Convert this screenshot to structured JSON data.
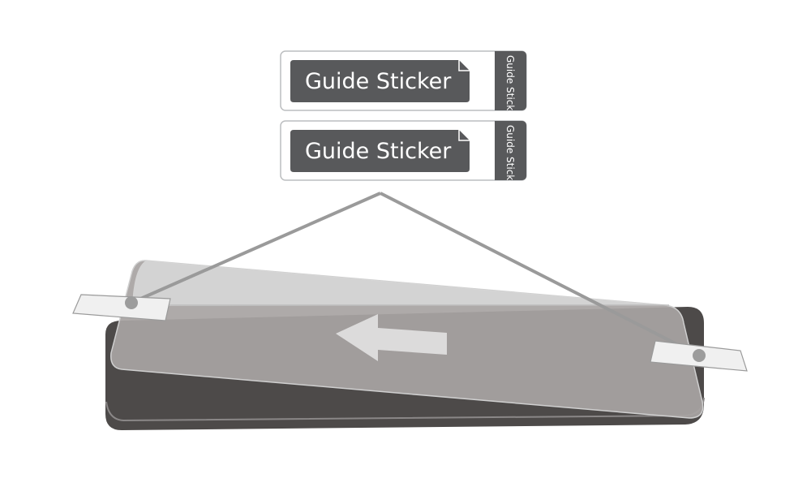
{
  "stickers": [
    {
      "label": "Guide Sticker",
      "side_label": "Guide Sticker"
    },
    {
      "label": "Guide Sticker",
      "side_label": "Guide Sticker"
    }
  ],
  "colors": {
    "sticker_dark": "#58595b",
    "sticker_border": "#bcbec0",
    "phone_body": "#4d4a49",
    "protector_film": "#a8a4a3",
    "protector_top": "#d7d7d7",
    "arrow": "#e6e6e6",
    "pointer_line": "#9a9a9a",
    "tab": "#f0f0f0",
    "pin": "#9c9c9c"
  },
  "icons": {
    "direction": "left-arrow-icon"
  }
}
